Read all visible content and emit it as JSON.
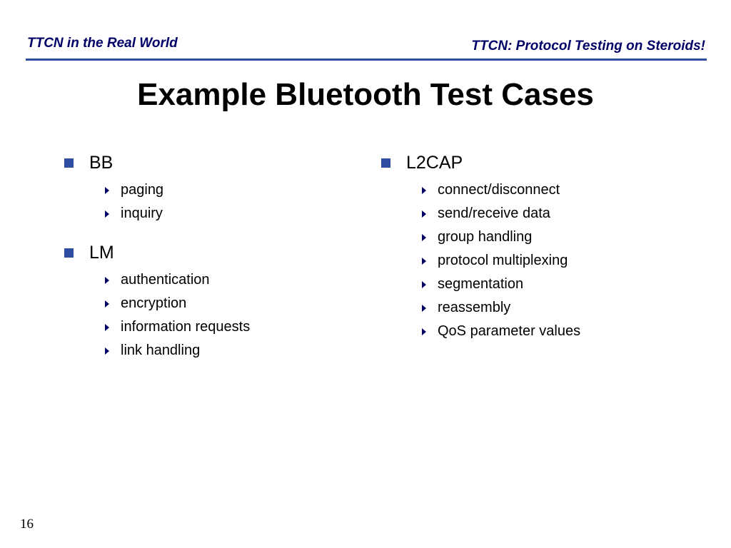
{
  "header": {
    "left": "TTCN in the Real World",
    "right": "TTCN: Protocol Testing on Steroids!"
  },
  "title": "Example Bluetooth Test Cases",
  "left_column": [
    {
      "label": "BB",
      "items": [
        "paging",
        "inquiry"
      ]
    },
    {
      "label": "LM",
      "items": [
        "authentication",
        "encryption",
        "information requests",
        "link handling"
      ]
    }
  ],
  "right_column": [
    {
      "label": "L2CAP",
      "items": [
        "connect/disconnect",
        "send/receive data",
        "group handling",
        "protocol multiplexing",
        "segmentation",
        "reassembly",
        "QoS parameter values"
      ]
    }
  ],
  "page_number": "16",
  "colors": {
    "accent": "#2e4ca0",
    "header_text": "#000066"
  }
}
